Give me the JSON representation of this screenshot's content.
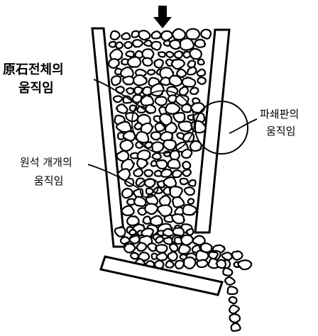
{
  "labels": {
    "whole_ore_line1": "原石전체의",
    "whole_ore_line2": "움직임",
    "crushing_plate_line1": "파쇄판의",
    "crushing_plate_line2": "움직임",
    "individual_ore_line1": "원석 개개의",
    "individual_ore_line2": "움직임"
  },
  "icons": {
    "feed_arrow": "down-arrow-icon"
  }
}
